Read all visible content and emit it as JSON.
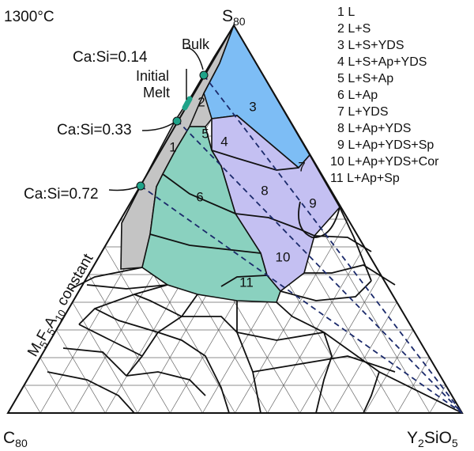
{
  "temperature": "1300°C",
  "vertices": {
    "top": {
      "base": "S",
      "sub": "80"
    },
    "left": {
      "base": "C",
      "sub": "80"
    },
    "right": {
      "parts": [
        "Y",
        "2",
        "SiO",
        "5"
      ]
    }
  },
  "side_label": {
    "parts": [
      "M",
      "5",
      "F",
      "5",
      "A",
      "10",
      " constant"
    ]
  },
  "annotations": {
    "bulk": "Bulk",
    "initial_melt_line1": "Initial",
    "initial_melt_line2": "Melt"
  },
  "ratio_points": [
    {
      "label": "Ca:Si=0.14"
    },
    {
      "label": "Ca:Si=0.33"
    },
    {
      "label": "Ca:Si=0.72"
    }
  ],
  "legend": [
    {
      "num": "1",
      "phases": "L"
    },
    {
      "num": "2",
      "phases": "L+S"
    },
    {
      "num": "3",
      "phases": "L+S+YDS"
    },
    {
      "num": "4",
      "phases": "L+S+Ap+YDS"
    },
    {
      "num": "5",
      "phases": "L+S+Ap"
    },
    {
      "num": "6",
      "phases": "L+Ap"
    },
    {
      "num": "7",
      "phases": "L+YDS"
    },
    {
      "num": "8",
      "phases": "L+Ap+YDS"
    },
    {
      "num": "9",
      "phases": "L+Ap+YDS+Sp"
    },
    {
      "num": "10",
      "phases": "L+Ap+YDS+Cor"
    },
    {
      "num": "11",
      "phases": "L+Ap+Sp"
    }
  ],
  "colors": {
    "liquid_gray": "#c4c4c4",
    "blue_region": "#7dbdf5",
    "purple_region": "#c4c0f2",
    "teal_region": "#8ad1bf",
    "marker": "#1fa389",
    "dashed": "#1b2a6b",
    "grid": "#555555"
  }
}
